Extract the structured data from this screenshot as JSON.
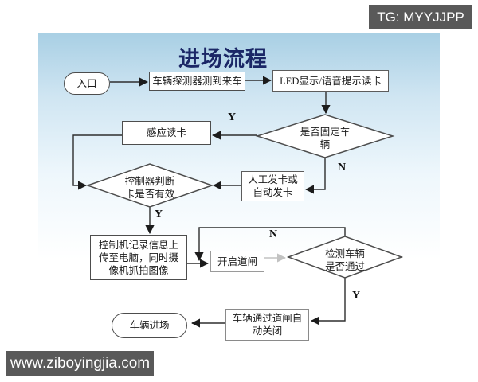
{
  "badges": {
    "tg": "TG: MYYJJPP",
    "website": "www.ziboyingjia.com"
  },
  "title": "进场流程",
  "nodes": {
    "entry": "入口",
    "detector": "车辆探测器测到来车",
    "led_prompt": "LED显示/语音提示读卡",
    "fixed_vehicle_check": "是否固定车辆",
    "sense_read": "感应读卡",
    "issue_card": "人工发卡或自动发卡",
    "card_valid_check": "控制器判断卡是否有效",
    "record_upload": "控制机记录信息上传至电脑，同时摄像机抓拍图像",
    "open_gate": "开启道闸",
    "pass_check": "检测车辆是否通过",
    "auto_close": "车辆通过道闸自动关闭",
    "vehicle_enter": "车辆进场"
  },
  "branch_labels": {
    "fixed_yes": "Y",
    "fixed_no": "N",
    "valid_yes": "Y",
    "pass_no": "N",
    "pass_yes": "Y"
  },
  "edges": [
    {
      "from": "entry",
      "to": "detector",
      "label": ""
    },
    {
      "from": "detector",
      "to": "led_prompt",
      "label": ""
    },
    {
      "from": "led_prompt",
      "to": "fixed_vehicle_check",
      "label": ""
    },
    {
      "from": "fixed_vehicle_check",
      "to": "sense_read",
      "label": "Y"
    },
    {
      "from": "fixed_vehicle_check",
      "to": "issue_card",
      "label": "N"
    },
    {
      "from": "sense_read",
      "to": "card_valid_check",
      "label": ""
    },
    {
      "from": "issue_card",
      "to": "card_valid_check",
      "label": ""
    },
    {
      "from": "card_valid_check",
      "to": "record_upload",
      "label": "Y"
    },
    {
      "from": "record_upload",
      "to": "open_gate",
      "label": ""
    },
    {
      "from": "open_gate",
      "to": "pass_check",
      "label": ""
    },
    {
      "from": "pass_check",
      "to": "open_gate",
      "label": "N"
    },
    {
      "from": "pass_check",
      "to": "auto_close",
      "label": "Y"
    },
    {
      "from": "auto_close",
      "to": "vehicle_enter",
      "label": ""
    }
  ],
  "colors": {
    "badge_bg": "#595959",
    "title": "#1b2766",
    "panel_top": "#a8cfe4",
    "line": "#2e2e2e",
    "gray_arrow": "#c2c2c2"
  }
}
